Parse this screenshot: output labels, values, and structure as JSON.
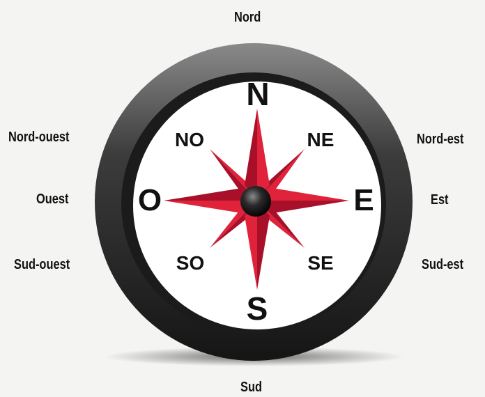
{
  "outer_labels": {
    "north": "Nord",
    "northwest": "Nord-ouest",
    "west": "Ouest",
    "southwest": "Sud-ouest",
    "northeast": "Nord-est",
    "east": "Est",
    "southeast": "Sud-est",
    "south": "Sud"
  },
  "dial_labels": {
    "n": "N",
    "ne": "NE",
    "e": "E",
    "se": "SE",
    "s": "S",
    "so": "SO",
    "o": "O",
    "no": "NO"
  },
  "colors": {
    "rose_red": "#e0223a",
    "rose_dark_red": "#a8102a",
    "rim": "#2b2b2b",
    "face": "#ffffff",
    "text": "#111111"
  }
}
